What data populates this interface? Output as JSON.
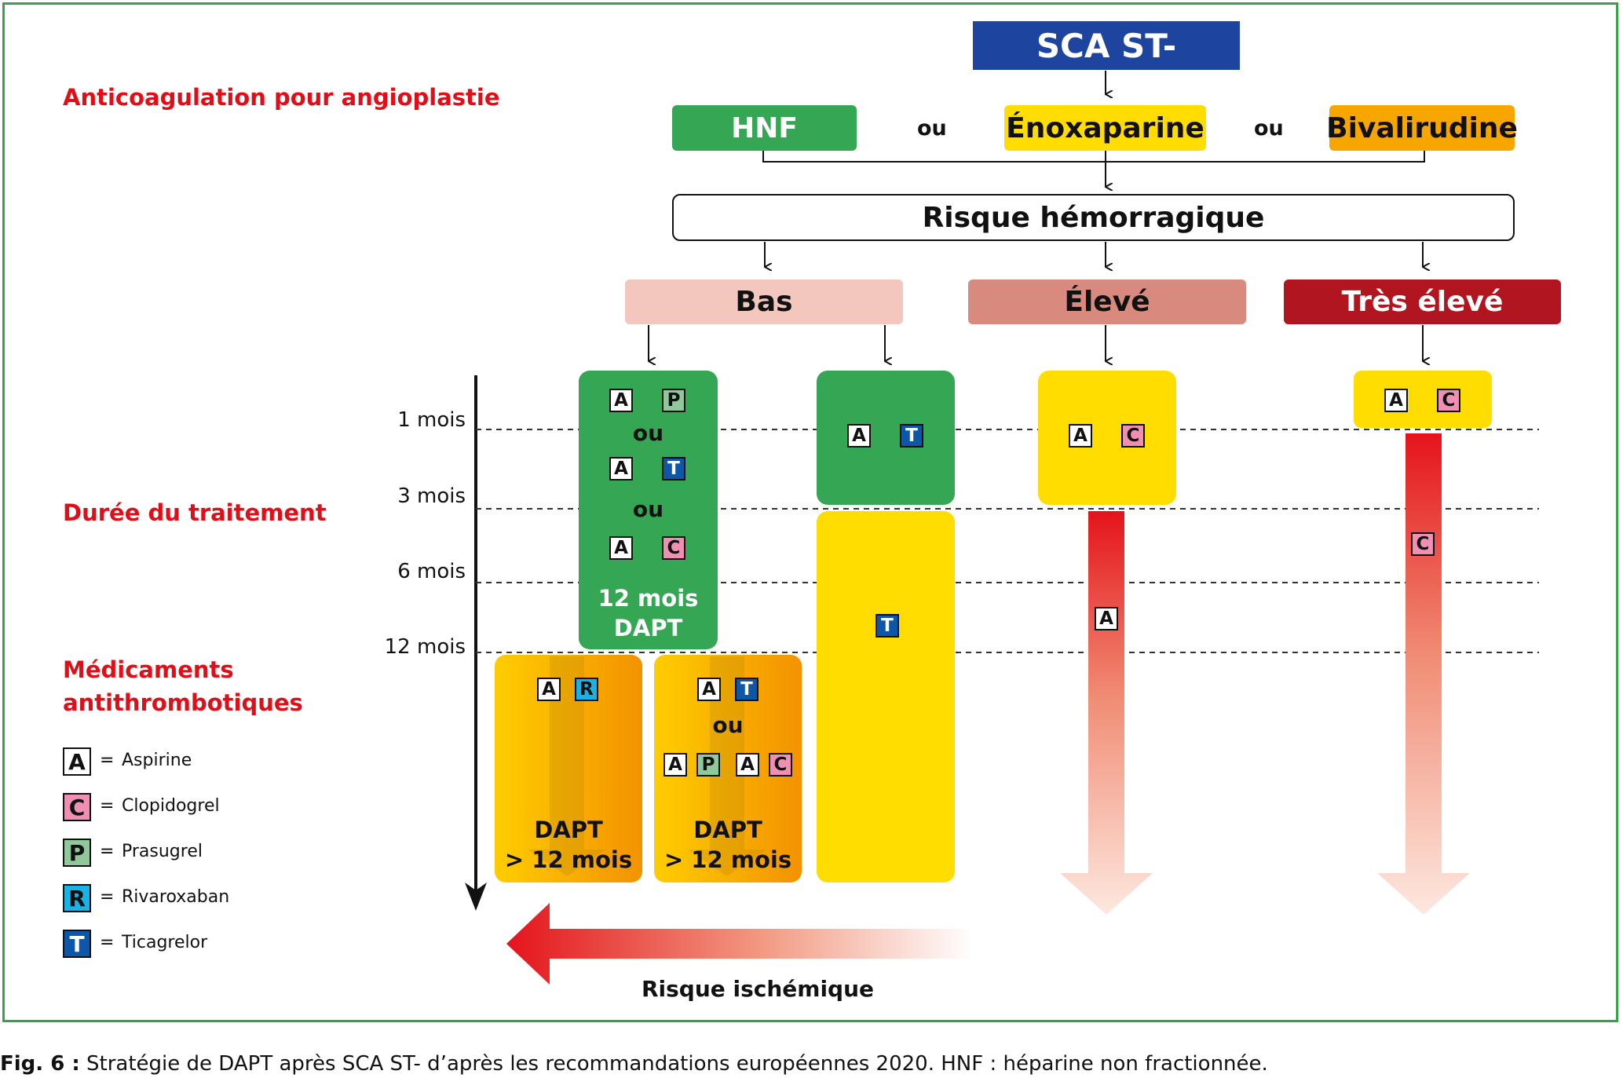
{
  "colors": {
    "green": "#35a653",
    "blue": "#1d45a0",
    "yellow": "#ffdd00",
    "orange": "#f7a600",
    "pink_light": "#f3c7bd",
    "pink_mid": "#d88a7e",
    "dark_red": "#b01520",
    "red": "#e10e18",
    "code_A": "#ffffff",
    "code_C": "#ef8fb1",
    "code_P": "#8fc89a",
    "code_R": "#19b2e6",
    "code_T": "#0d56a8"
  },
  "header": {
    "title": "SCA ST-",
    "anticoag_label": "Anticoagulation pour angioplastie",
    "anticoagulants": [
      "HNF",
      "Énoxaparine",
      "Bivalirudine"
    ],
    "or_word": "ou"
  },
  "risk": {
    "bleeding_label": "Risque hémorragique",
    "levels": [
      "Bas",
      "Élevé",
      "Très élevé"
    ],
    "ischemic_label": "Risque ischémique"
  },
  "left_labels": {
    "duration": "Durée du traitement",
    "drugs_line1": "Médicaments",
    "drugs_line2": "antithrombotiques"
  },
  "timeline": {
    "ticks": [
      "1  mois",
      "3 mois",
      "6 mois",
      "12 mois"
    ]
  },
  "boxes": {
    "dapt12_line1": "12 mois",
    "dapt12_line2": "DAPT",
    "dapt_long_line1": "DAPT",
    "dapt_long_line2": "> 12 mois"
  },
  "legend": [
    {
      "code": "A",
      "eq": "=",
      "name": "Aspirine"
    },
    {
      "code": "C",
      "eq": "=",
      "name": "Clopidogrel"
    },
    {
      "code": "P",
      "eq": "=",
      "name": "Prasugrel"
    },
    {
      "code": "R",
      "eq": "=",
      "name": "Rivaroxaban"
    },
    {
      "code": "T",
      "eq": "=",
      "name": "Ticagrelor"
    }
  ],
  "caption": {
    "prefix": "Fig. 6 :",
    "text": " Stratégie de DAPT après SCA ST- d’après les recommandations européennes 2020. HNF : héparine non fractionnée."
  }
}
